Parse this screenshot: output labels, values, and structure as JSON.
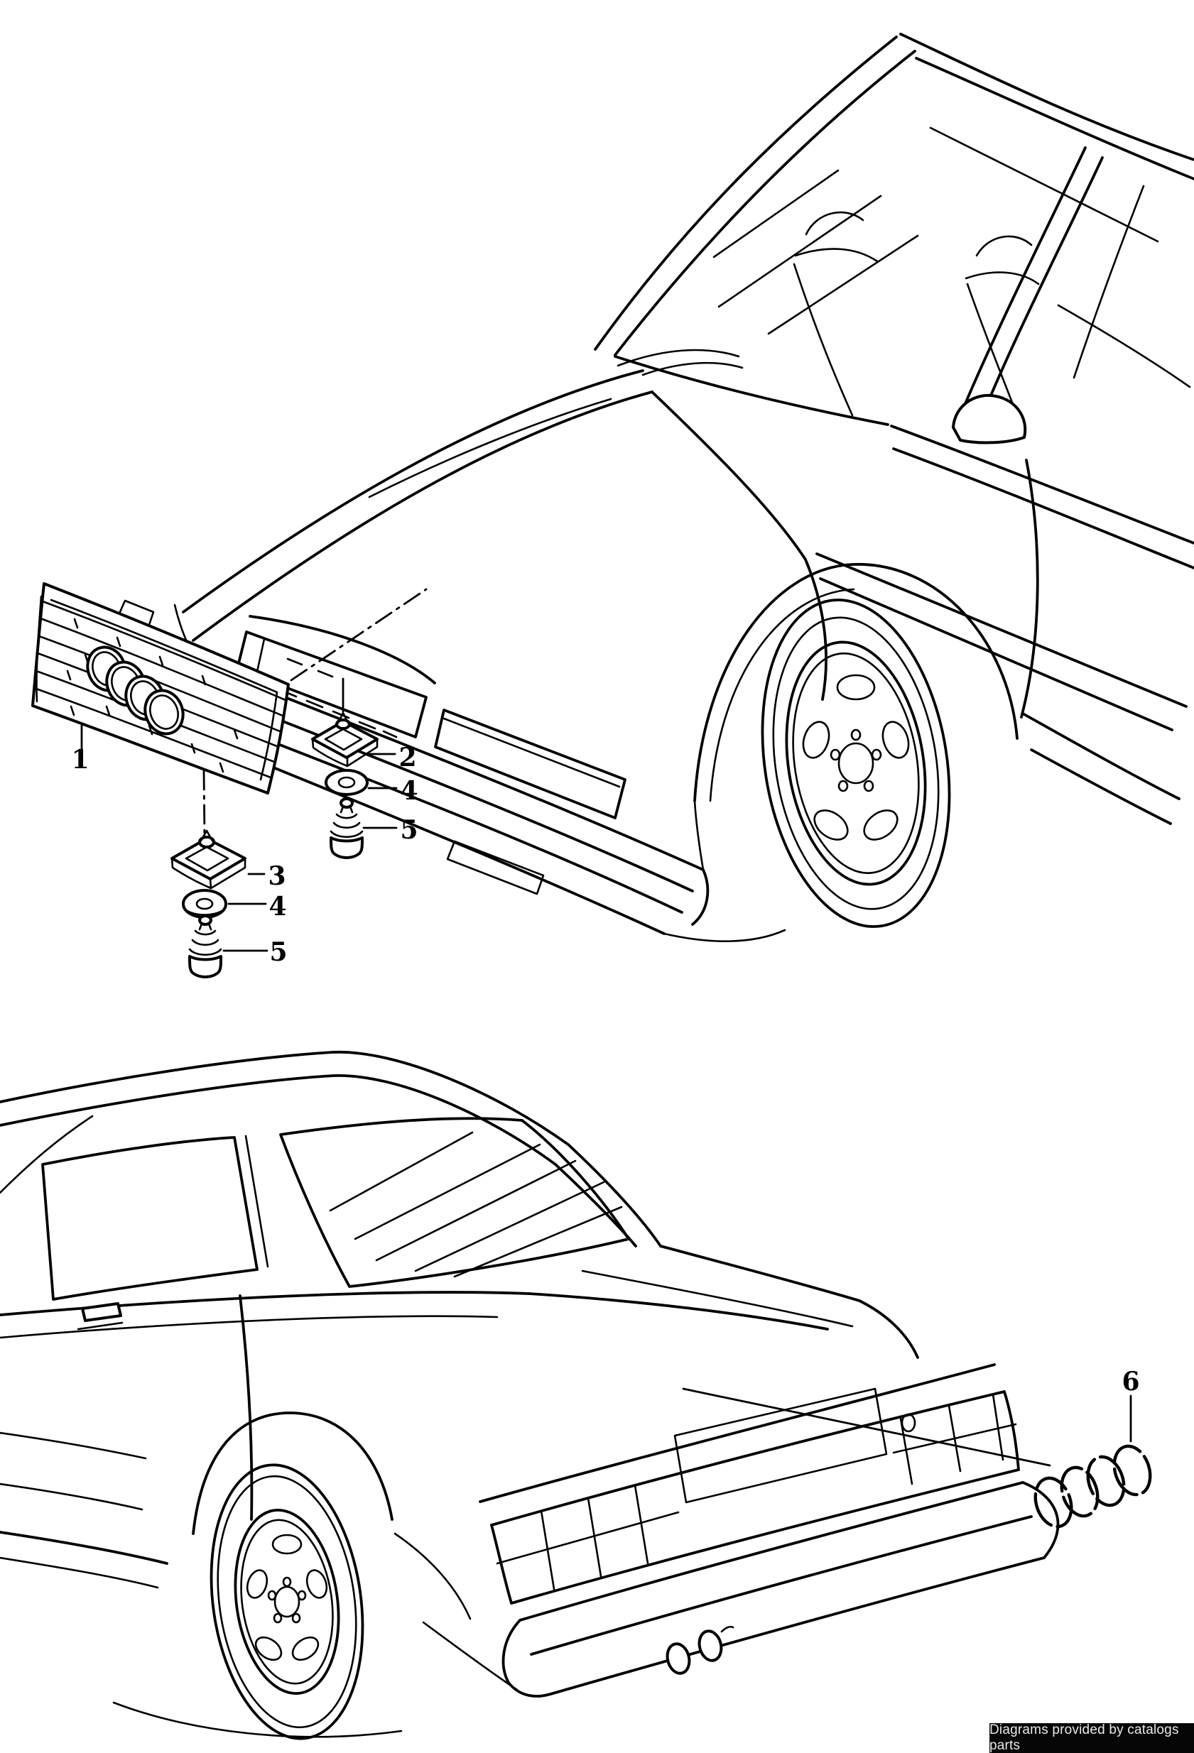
{
  "callouts": {
    "grille": {
      "label": "1"
    },
    "speed_nut_upper": {
      "label": "2"
    },
    "speed_nut_lower": {
      "label": "3"
    },
    "washer_upper": {
      "label": "4"
    },
    "washer_lower": {
      "label": "4"
    },
    "screw_upper": {
      "label": "5"
    },
    "screw_lower": {
      "label": "5"
    },
    "rings_emblem": {
      "label": "6"
    }
  },
  "footer": {
    "text": "Diagrams provided by catalogs parts"
  },
  "colors": {
    "line": "#000000",
    "background": "#ffffff",
    "footer_background": "#060606",
    "footer_text": "#e9e9e9"
  }
}
